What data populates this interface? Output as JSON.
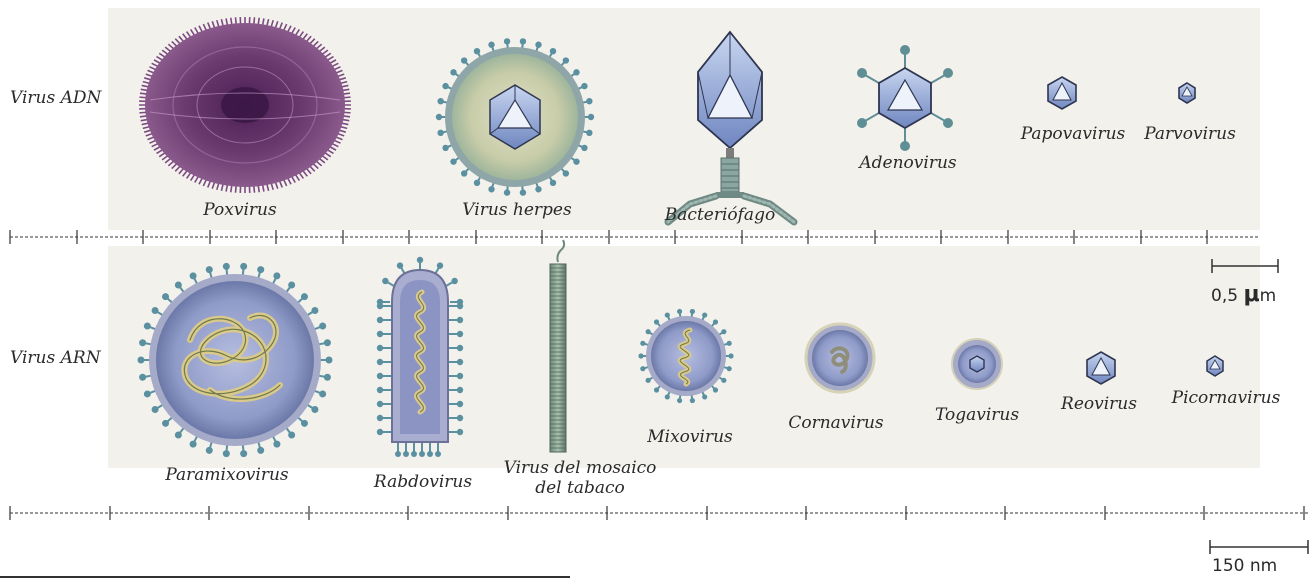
{
  "rows": {
    "dna": {
      "label": "Virus ADN"
    },
    "rna": {
      "label": "Virus ARN"
    }
  },
  "dna_viruses": [
    {
      "name": "Poxvirus"
    },
    {
      "name": "Virus herpes"
    },
    {
      "name": "Bacteriófago"
    },
    {
      "name": "Adenovirus"
    },
    {
      "name": "Papovavirus"
    },
    {
      "name": "Parvovirus"
    }
  ],
  "rna_viruses": [
    {
      "name": "Paramixovirus"
    },
    {
      "name": "Rabdovirus"
    },
    {
      "name": "Virus del mosaico\ndel tabaco"
    },
    {
      "name": "Mixovirus"
    },
    {
      "name": "Cornavirus"
    },
    {
      "name": "Togavirus"
    },
    {
      "name": "Reovirus"
    },
    {
      "name": "Picornavirus"
    }
  ],
  "scales": {
    "top": {
      "number": "0,5 ",
      "unit_prefix": "μ",
      "unit_suffix": "m"
    },
    "bottom": {
      "label": "150 nm"
    }
  },
  "colors": {
    "panel": "#f3f1ec",
    "pox": "#6b3a6e",
    "envelope": "#b9b4c8",
    "capsid_fill": "#9fb2dc",
    "capsid_line": "#2e3550",
    "spike": "#5a90a0",
    "rna_strand": "#d6c48c",
    "ruler": "#333333"
  }
}
